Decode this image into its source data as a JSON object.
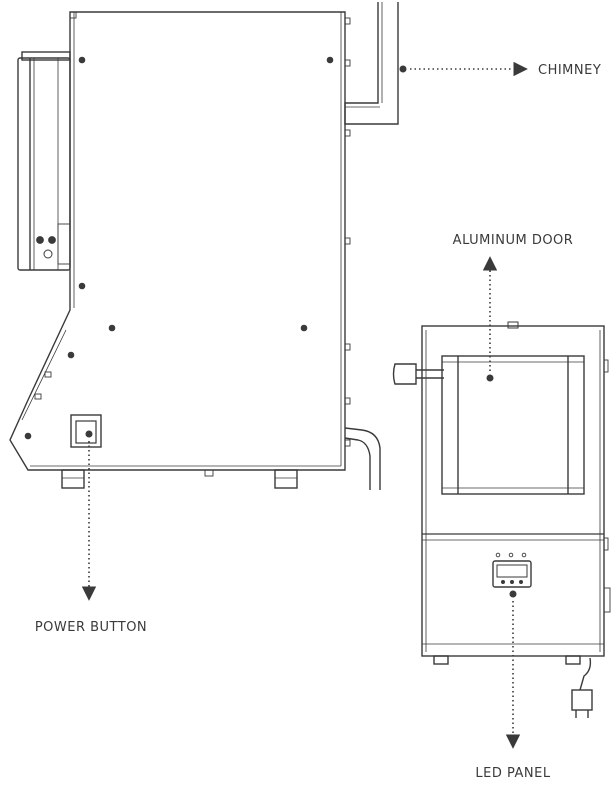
{
  "labels": {
    "chimney": "CHIMNEY",
    "aluminum_door": "ALUMINUM DOOR",
    "power_button": "POWER BUTTON",
    "led_panel": "LED PANEL"
  },
  "colors": {
    "line": "#3a3a3a",
    "text": "#3a3a3a",
    "background": "#ffffff"
  }
}
